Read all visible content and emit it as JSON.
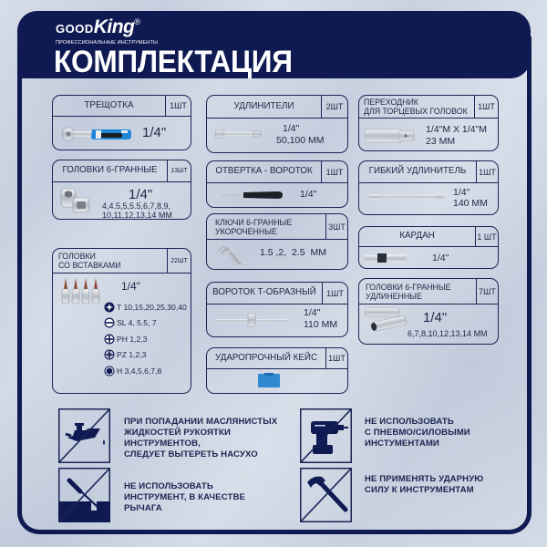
{
  "header": {
    "brand_good": "GOOD",
    "brand_king": "King",
    "brand_reg": "®",
    "brand_tagline": "ПРОФЕССИОНАЛЬНЫЕ ИНСТРУМЕНТЫ",
    "title": "КОМПЛЕКТАЦИЯ"
  },
  "items": [
    {
      "name": [
        "ТРЕЩОТКА"
      ],
      "qty": "1ШТ",
      "spec": [
        "1/4\""
      ],
      "icon": "ratchet-icon"
    },
    {
      "name": [
        "ГОЛОВКИ 6-ГРАННЫЕ"
      ],
      "qty": "13ШТ",
      "spec": [
        "1/4\"",
        "4,4.5,5,5.5,6,7,8,9,",
        "10,11,12,13,14 ММ"
      ],
      "icon": "socket-icon"
    },
    {
      "name": [
        "ГОЛОВКИ",
        "СО ВСТАВКАМИ"
      ],
      "qty": "22ШТ",
      "spec": [
        "1/4\""
      ],
      "icon": "bit-socket-icon",
      "bits": [
        {
          "type": "torx",
          "label": "T 10,15,20,25,30,40"
        },
        {
          "type": "slotted",
          "label": "SL 4, 5.5, 7"
        },
        {
          "type": "phillips",
          "label": "PH 1,2,3"
        },
        {
          "type": "pozidriv",
          "label": "PZ 1,2,3"
        },
        {
          "type": "hex",
          "label": "H 3,4,5,6,7,8"
        }
      ]
    },
    {
      "name": [
        "УДЛИНИТЕЛИ"
      ],
      "qty": "2ШТ",
      "spec": [
        "1/4\"",
        "50,100 ММ"
      ],
      "icon": "extension-bar-icon"
    },
    {
      "name": [
        "ОТВЕРТКА - ВОРОТОК"
      ],
      "qty": "1ШТ",
      "spec": [
        "1/4\""
      ],
      "icon": "screwdriver-icon"
    },
    {
      "name": [
        "КЛЮЧИ 6-ГРАННЫЕ",
        "УКОРОЧЕННЫЕ"
      ],
      "qty": "3ШТ",
      "spec": [
        "1.5 ,2,  2.5  ММ"
      ],
      "icon": "hex-key-icon"
    },
    {
      "name": [
        "ВОРОТОК Т-ОБРАЗНЫЙ"
      ],
      "qty": "1ШТ",
      "spec": [
        "1/4\"",
        "110 ММ"
      ],
      "icon": "t-handle-icon"
    },
    {
      "name": [
        "УДАРОПРОЧНЫЙ КЕЙС"
      ],
      "qty": "1ШТ",
      "spec": [],
      "icon": "case-icon"
    },
    {
      "name": [
        "ПЕРЕХОДНИК",
        "ДЛЯ ТОРЦЕВЫХ ГОЛОВОК"
      ],
      "qty": "1ШТ",
      "spec": [
        "1/4\"М X 1/4\"М",
        "23 ММ"
      ],
      "icon": "adapter-icon"
    },
    {
      "name": [
        "ГИБКИЙ УДЛИНИТЕЛЬ"
      ],
      "qty": "1ШТ",
      "spec": [
        "1/4\"",
        "140 ММ"
      ],
      "icon": "flex-extension-icon"
    },
    {
      "name": [
        "КАРДАН"
      ],
      "qty": "1 ШТ",
      "spec": [
        "1/4\""
      ],
      "icon": "universal-joint-icon"
    },
    {
      "name": [
        "ГОЛОВКИ 6-ГРАННЫЕ",
        "УДЛИНЕННЫЕ"
      ],
      "qty": "7ШТ",
      "spec": [
        "1/4\"",
        "6,7,8,10,12,13,14 ММ"
      ],
      "icon": "deep-socket-icon"
    }
  ],
  "warnings": [
    {
      "icon": "oil-can-prohibited-icon",
      "lines": [
        "ПРИ ПОПАДАНИИ МАСЛЯНИСТЫХ",
        "ЖИДКОСТЕЙ РУКОЯТКИ",
        "ИНСТРУМЕНТОВ,",
        "СЛЕДУЕТ ВЫТЕРЕТЬ НАСУХО"
      ]
    },
    {
      "icon": "lever-prohibited-icon",
      "lines": [
        "НЕ ИСПОЛЬЗОВАТЬ",
        "ИНСТРУМЕНТ, В КАЧЕСТВЕ",
        "РЫЧАГА"
      ]
    },
    {
      "icon": "power-tool-prohibited-icon",
      "lines": [
        "НЕ ИСПОЛЬЗОВАТЬ",
        "С ПНЕВМО/СИЛОВЫМИ",
        "ИНСТУМЕНТАМИ"
      ]
    },
    {
      "icon": "hammer-prohibited-icon",
      "lines": [
        "НЕ ПРИМЕНЯТЬ УДАРНУЮ",
        "СИЛУ К ИНСТРУМЕНТАМ"
      ]
    }
  ],
  "colors": {
    "navy": "#0f1a52",
    "background": "#c9d2e1",
    "ratchet_accent": "#1e88d6",
    "case_blue": "#2f8ad0"
  }
}
